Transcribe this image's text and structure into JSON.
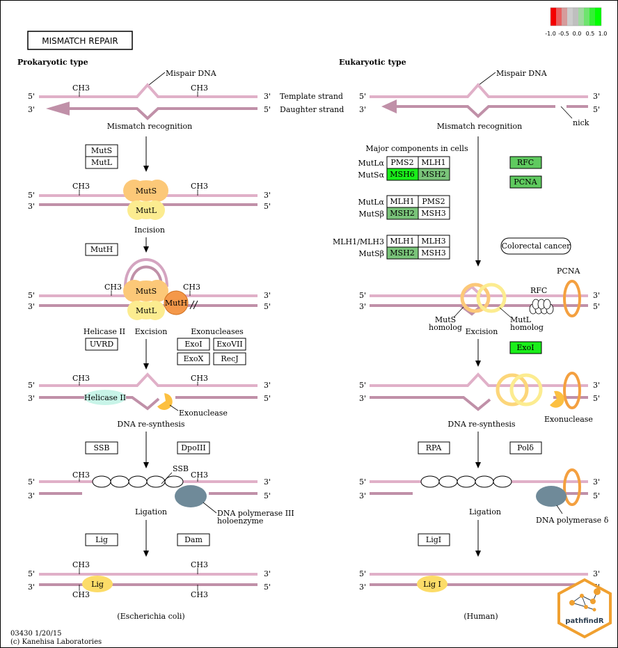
{
  "title": "MISMATCH REPAIR",
  "legend": {
    "ticks": [
      "-1.0",
      "-0.5",
      "0.0",
      "0.5",
      "1.0"
    ]
  },
  "colors": {
    "strand_top": "#e0b0c8",
    "strand_bottom": "#c090a8",
    "muts": "#fcc878",
    "mutl": "#fcec90",
    "muth": "#f4984a",
    "helicase": "#c8f4e8",
    "exonuclease": "#fcc040",
    "dnapol": "#6f8a99",
    "lig": "#fcdc68",
    "pcna": "#f4a040",
    "high": "#1aee1a",
    "mid": "#7ac47a",
    "pale": "#5fca5f"
  },
  "left": {
    "heading": "Prokaryotic type",
    "mispair": "Mispair DNA",
    "template_strand": "Template strand",
    "daughter_strand": "Daughter strand",
    "recognition": "Mismatch recognition",
    "ch3": "CH3",
    "five": "5'",
    "three": "3'",
    "muts_box": "MutS",
    "mutl_box": "MutL",
    "muts": "MutS",
    "mutl": "MutL",
    "incision": "Incision",
    "muth_box": "MutH",
    "muth": "MutH",
    "helicase_label": "Helicase II",
    "uvrd": "UVRD",
    "excision": "Excision",
    "exonucleases": "Exonucleases",
    "exo1": "ExoI",
    "exo7": "ExoVII",
    "exox": "ExoX",
    "recj": "RecJ",
    "helicase": "Helicase II",
    "exonuclease": "Exonuclease",
    "resynthesis": "DNA re-synthesis",
    "ssb_box": "SSB",
    "dpoiii": "DpoIII",
    "ssb": "SSB",
    "dnapol": "DNA polymerase III",
    "holo": "holoenzyme",
    "ligation": "Ligation",
    "lig_box": "Lig",
    "dam": "Dam",
    "lig": "Lig",
    "organism": "(Escherichia coli)"
  },
  "right": {
    "heading": "Eukaryotic type",
    "mispair": "Mispair DNA",
    "recognition": "Mismatch recognition",
    "nick": "nick",
    "major": "Major components in cells",
    "mutla": "MutLα",
    "mutsa": "MutSα",
    "mutlb": "MutLα",
    "mutsb": "MutSβ",
    "mlh13": "MLH1/MLH3",
    "mutsb2": "MutSβ",
    "pms2": "PMS2",
    "mlh1": "MLH1",
    "msh6": "MSH6",
    "msh2": "MSH2",
    "msh3": "MSH3",
    "mlh3": "MLH3",
    "rfc_box": "RFC",
    "pcna_box": "PCNA",
    "cancer": "Colorectal cancer",
    "pcna": "PCNA",
    "rfc": "RFC",
    "muts_homolog_1": "MutS",
    "muts_homolog_2": "homolog",
    "mutl_homolog_1": "MutL",
    "mutl_homolog_2": "homolog",
    "excision": "Excision",
    "exo1": "ExoI",
    "exonuclease": "Exonuclease",
    "resynthesis": "DNA re-synthesis",
    "rpa": "RPA",
    "pold": "Polδ",
    "dnapol": "DNA polymerase δ",
    "ligation": "Ligation",
    "lig1_box": "LigI",
    "lig1": "Lig I",
    "organism": "(Human)"
  },
  "footer": {
    "line1": "03430 1/20/15",
    "line2": "(c) Kanehisa Laboratories"
  },
  "badge": "pathfindR"
}
